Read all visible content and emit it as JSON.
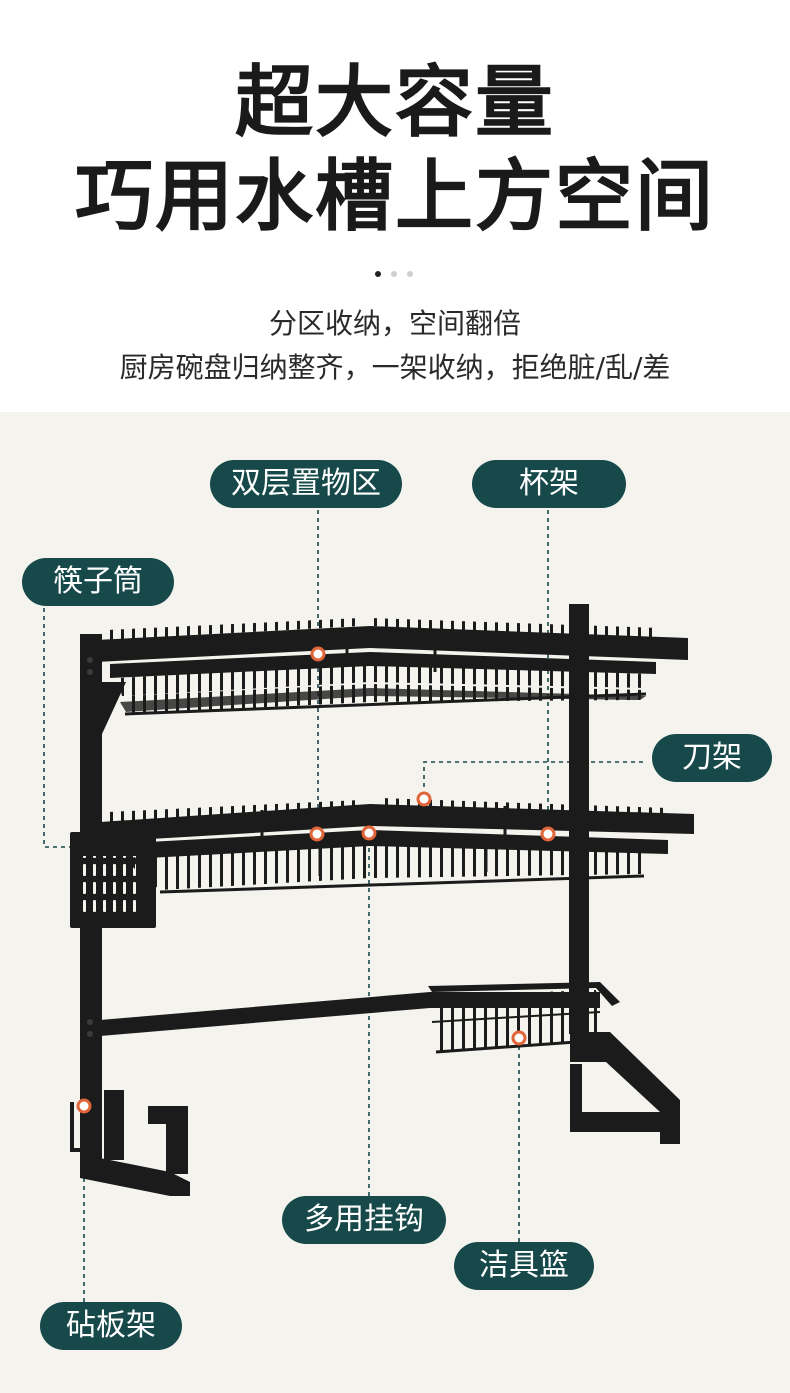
{
  "header": {
    "title_line1": "超大容量",
    "title_line2": "巧用水槽上方空间",
    "subtitle_line1": "分区收纳，空间翻倍",
    "subtitle_line2": "厨房碗盘归纳整齐，一架收纳，拒绝脏/乱/差"
  },
  "labels": {
    "double_layer": "双层置物区",
    "cup_rack": "杯架",
    "chopstick_holder": "筷子筒",
    "knife_rack": "刀架",
    "multi_hook": "多用挂钩",
    "cleaning_basket": "洁具篮",
    "cutting_board_rack": "砧板架"
  },
  "colors": {
    "accent_teal": "#17494a",
    "marker_orange": "#e0663a",
    "product_bg": "#f5f3ee",
    "rack_black": "#1b1b1b"
  }
}
